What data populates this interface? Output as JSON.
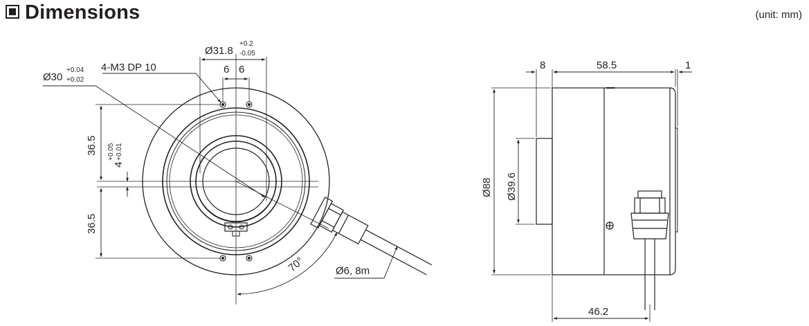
{
  "header": {
    "title": "Dimensions",
    "unit": "(unit: mm)"
  },
  "front_view": {
    "bore_dia": "Ø31.8",
    "bore_tol_upper": "+0.2",
    "bore_tol_lower": "-0.05",
    "spigot_dia": "Ø30",
    "spigot_tol_upper": "+0.04",
    "spigot_tol_lower": "+0.02",
    "holes": "4-M3 DP 10",
    "hole_spacing_left": "6",
    "hole_spacing_right": "6",
    "height_upper": "36.5",
    "height_lower": "36.5",
    "offset_value": "4",
    "offset_tol_upper": "+0.05",
    "offset_tol_lower": "+0.01",
    "angle": "70°",
    "cable": "Ø6, 8m"
  },
  "side_view": {
    "flange_thickness": "8",
    "body_length": "58.5",
    "cap_thickness": "1",
    "outer_dia": "Ø88",
    "hub_dia": "Ø39.6",
    "cable_position": "46.2"
  },
  "colors": {
    "line": "#231f20",
    "background": "#ffffff"
  }
}
